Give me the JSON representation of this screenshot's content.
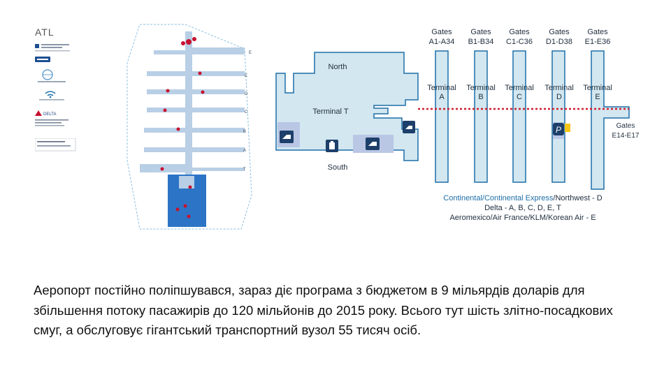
{
  "page_title": "ATL",
  "legend": {
    "items": [
      {
        "icon": "airport-authority-logo",
        "lines": [
          "",
          ""
        ]
      },
      {
        "icon": "airline-badge",
        "lines": [
          ""
        ]
      },
      {
        "icon": "globe-logo",
        "lines": [
          ""
        ]
      },
      {
        "icon": "wifi-logo",
        "lines": [
          ""
        ]
      },
      {
        "icon": "delta-logo",
        "lines": [
          "DELTA",
          "",
          ""
        ]
      },
      {
        "icon": "partner-box",
        "lines": [
          "",
          ""
        ]
      }
    ]
  },
  "mini_map": {
    "concourse_letters": [
      "E",
      "E",
      "D",
      "C",
      "B",
      "A",
      "T"
    ]
  },
  "detail_map": {
    "gates": [
      {
        "title": "Gates",
        "range": "A1-A34"
      },
      {
        "title": "Gates",
        "range": "B1-B34"
      },
      {
        "title": "Gates",
        "range": "C1-C36"
      },
      {
        "title": "Gates",
        "range": "D1-D38"
      },
      {
        "title": "Gates",
        "range": "E1-E36"
      }
    ],
    "terminals": [
      {
        "name": "Terminal",
        "letter": "A"
      },
      {
        "name": "Terminal",
        "letter": "B"
      },
      {
        "name": "Terminal",
        "letter": "C"
      },
      {
        "name": "Terminal",
        "letter": "D"
      },
      {
        "name": "Terminal",
        "letter": "E"
      }
    ],
    "north_label": "North",
    "south_label": "South",
    "terminal_t_label": "Terminal T",
    "gates_e_title": "Gates",
    "gates_e_range": "E14-E17",
    "airline_lines": [
      {
        "prefix": "Continental/Continental Express",
        "suffix": "/Northwest - D"
      },
      {
        "prefix": "",
        "suffix": "Delta - A, B, C, D, E, T"
      },
      {
        "prefix": "",
        "suffix": "Aeromexico/Air France/KLM/Korean Air - E"
      }
    ],
    "colors": {
      "fill": "#d2e7f0",
      "stroke": "#1d6fa8",
      "highlight": "#b9c6e4",
      "train": "#d01f2f",
      "parking": "#f5c518"
    },
    "icons": [
      "baggage-tag-icon",
      "luggage-icon",
      "baggage-tag-icon",
      "baggage-tag-icon",
      "parking-icon"
    ]
  },
  "paragraph": "Аеропорт постійно поліпшувався, зараз діє програма з бюджетом в 9 мільярдів доларів для збільшення потоку пасажирів до 120 мільйонів до 2015 року. Всього тут шість злітно-посадкових смуг, а обслуговує гігантський транспортний вузол 55 тисяч осіб."
}
